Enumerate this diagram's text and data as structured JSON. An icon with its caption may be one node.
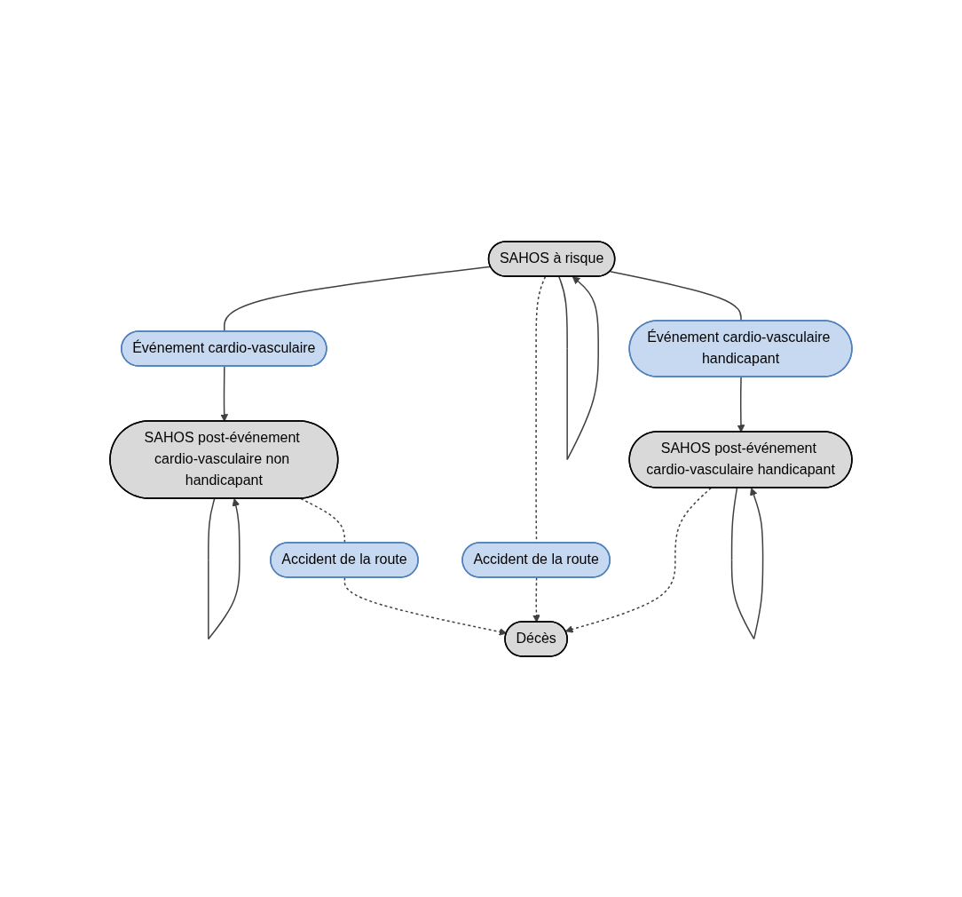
{
  "diagram": {
    "nodes": [
      {
        "text": [
          "SAHOS à risque"
        ]
      },
      {
        "text": [
          "Événement cardio-vasculaire"
        ]
      },
      {
        "text": [
          "Événement cardio-vasculaire handicapant"
        ]
      },
      {
        "text": [
          "SAHOS post-événement cardio-vasculaire non handicapant"
        ]
      },
      {
        "text": [
          "SAHOS post-événement cardio-vasculaire handicapant"
        ]
      },
      {
        "text": [
          "Accident de la route"
        ]
      },
      {
        "text": [
          "Accident de la route"
        ]
      },
      {
        "text": [
          "Décès"
        ]
      }
    ],
    "edges": [
      {
        "from": 0,
        "to": 0,
        "arrow": "to"
      },
      {
        "from": 0,
        "to": 1,
        "arrow": "none"
      },
      {
        "from": 1,
        "to": 3,
        "arrow": "to"
      },
      {
        "from": 0,
        "to": 2,
        "arrow": "none"
      },
      {
        "from": 2,
        "to": 4,
        "arrow": "to"
      },
      {
        "from": 3,
        "to": 3,
        "arrow": "to"
      },
      {
        "from": 4,
        "to": 4,
        "arrow": "to"
      },
      {
        "from": 3,
        "to": 5,
        "arrow": "none",
        "style": "dashed"
      },
      {
        "from": 5,
        "to": 7,
        "arrow": "to",
        "style": "dashed"
      },
      {
        "from": 0,
        "to": 6,
        "arrow": "none",
        "style": "dashed"
      },
      {
        "from": 6,
        "to": 7,
        "arrow": "to",
        "style": "dashed"
      },
      {
        "from": 4,
        "to": 7,
        "arrow": "to",
        "style": "dashed"
      }
    ]
  }
}
